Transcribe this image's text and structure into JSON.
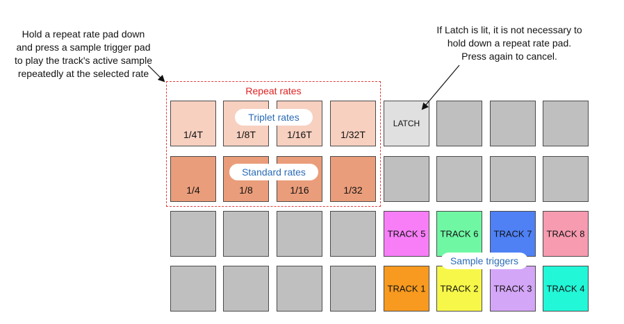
{
  "notes": {
    "left": "Hold a repeat rate pad down and press a sample trigger pad to play the track's  active sample repeatedly at the selected rate",
    "right": "If Latch is lit, it is not necessary to hold down a repeat rate pad. Press again to cancel."
  },
  "group_title": "Repeat rates",
  "labels": {
    "triplet": "Triplet rates",
    "standard": "Standard rates",
    "sample": "Sample triggers"
  },
  "colors": {
    "triplet_pad": "#f7d0c0",
    "standard_pad": "#ea9d7a",
    "empty_pad": "#bfbfbf",
    "latch_pad": "#e0e0e0",
    "group_border": "#e23b3b"
  },
  "rows": [
    [
      {
        "label": "1/4T",
        "color": "#f7d0c0"
      },
      {
        "label": "1/8T",
        "color": "#f7d0c0"
      },
      {
        "label": "1/16T",
        "color": "#f7d0c0"
      },
      {
        "label": "1/32T",
        "color": "#f7d0c0"
      },
      {
        "label": "LATCH",
        "color": "#e0e0e0"
      },
      {
        "label": "",
        "color": "#bfbfbf"
      },
      {
        "label": "",
        "color": "#bfbfbf"
      },
      {
        "label": "",
        "color": "#bfbfbf"
      }
    ],
    [
      {
        "label": "1/4",
        "color": "#ea9d7a"
      },
      {
        "label": "1/8",
        "color": "#ea9d7a"
      },
      {
        "label": "1/16",
        "color": "#ea9d7a"
      },
      {
        "label": "1/32",
        "color": "#ea9d7a"
      },
      {
        "label": "",
        "color": "#bfbfbf"
      },
      {
        "label": "",
        "color": "#bfbfbf"
      },
      {
        "label": "",
        "color": "#bfbfbf"
      },
      {
        "label": "",
        "color": "#bfbfbf"
      }
    ],
    [
      {
        "label": "",
        "color": "#bfbfbf"
      },
      {
        "label": "",
        "color": "#bfbfbf"
      },
      {
        "label": "",
        "color": "#bfbfbf"
      },
      {
        "label": "",
        "color": "#bfbfbf"
      },
      {
        "label": "TRACK 5",
        "color": "#f77ef7"
      },
      {
        "label": "TRACK 6",
        "color": "#6ff7a3"
      },
      {
        "label": "TRACK 7",
        "color": "#4f81f5"
      },
      {
        "label": "TRACK 8",
        "color": "#f79bb0"
      }
    ],
    [
      {
        "label": "",
        "color": "#bfbfbf"
      },
      {
        "label": "",
        "color": "#bfbfbf"
      },
      {
        "label": "",
        "color": "#bfbfbf"
      },
      {
        "label": "",
        "color": "#bfbfbf"
      },
      {
        "label": "TRACK 1",
        "color": "#f79a1f"
      },
      {
        "label": "TRACK 2",
        "color": "#f7f74a"
      },
      {
        "label": "TRACK 3",
        "color": "#d4a6f7"
      },
      {
        "label": "TRACK 4",
        "color": "#22f7d8"
      }
    ]
  ]
}
